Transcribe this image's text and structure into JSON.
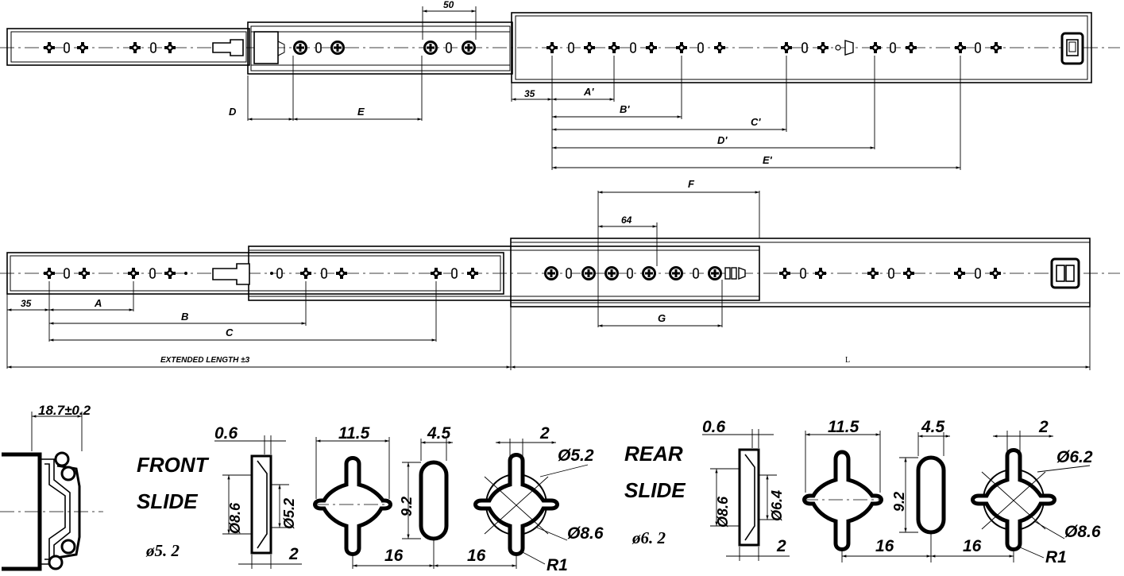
{
  "top_slide": {
    "dims": {
      "fifty": "50",
      "d": "D",
      "e": "E",
      "thirty_five": "35",
      "a_prime": "A'",
      "b_prime": "B'",
      "c_prime": "C'",
      "d_prime": "D'",
      "e_prime": "E'"
    }
  },
  "bottom_slide": {
    "dims": {
      "f": "F",
      "sixty_four": "64",
      "g": "G",
      "thirty_five": "35",
      "a": "A",
      "b": "B",
      "c": "C",
      "extended_length": "EXTENDED LENGTH ±3",
      "l": "L"
    }
  },
  "profile": {
    "width": "18.7±0.2"
  },
  "front_slide": {
    "title_line1": "FRONT",
    "title_line2": "SLIDE",
    "hole": "ø5. 2",
    "d_0_6": "0.6",
    "d_8_6": "Ø8.6",
    "d_5_2": "Ø5.2",
    "d_2": "2",
    "d_11_5": "11.5",
    "d_4_5": "4.5",
    "d_9_2": "9.2",
    "d_16a": "16",
    "d_16b": "16",
    "d_2b": "2",
    "d_phi52": "Ø5.2",
    "d_phi86": "Ø8.6",
    "d_r1": "R1"
  },
  "rear_slide": {
    "title_line1": "REAR",
    "title_line2": "SLIDE",
    "hole": "ø6. 2",
    "d_0_6": "0.6",
    "d_8_6": "Ø8.6",
    "d_6_4": "Ø6.4",
    "d_2": "2",
    "d_11_5": "11.5",
    "d_4_5": "4.5",
    "d_9_2": "9.2",
    "d_16a": "16",
    "d_16b": "16",
    "d_2b": "2",
    "d_phi62": "Ø6.2",
    "d_phi86": "Ø8.6",
    "d_r1": "R1"
  }
}
